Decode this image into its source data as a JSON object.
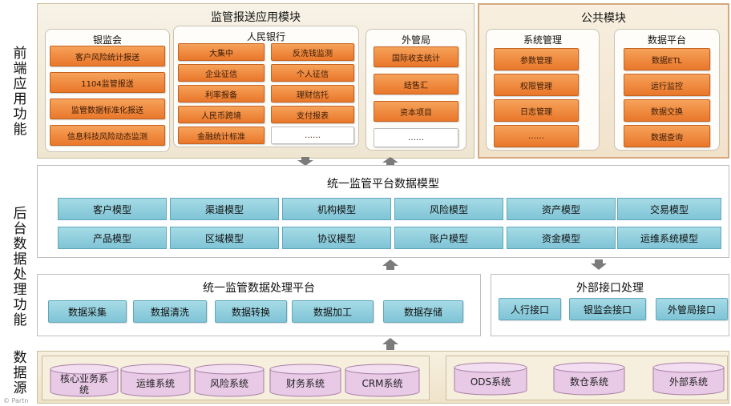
{
  "side_labels": {
    "front": "前端应用功能",
    "backend": "后台数据处理功能",
    "source": "数据源"
  },
  "regulatory_module": {
    "title": "监管报送应用模块",
    "cbrc": {
      "title": "银监会",
      "items": [
        "客户风险统计报送",
        "1104监管报送",
        "监管数据标准化报送",
        "信息科技风险动态监测"
      ]
    },
    "pboc": {
      "title": "人民银行",
      "items": [
        "大集中",
        "反洗钱监测",
        "企业征信",
        "个人征信",
        "利率报备",
        "理财信托",
        "人民币跨境",
        "支付报表",
        "金融统计标准",
        "……"
      ]
    },
    "safe": {
      "title": "外管局",
      "items": [
        "国际收支统计",
        "结售汇",
        "资本项目",
        "……"
      ]
    }
  },
  "public_module": {
    "title": "公共模块",
    "system_mgmt": {
      "title": "系统管理",
      "items": [
        "参数管理",
        "权限管理",
        "日志管理",
        "……"
      ]
    },
    "data_platform": {
      "title": "数据平台",
      "items": [
        "数据ETL",
        "运行监控",
        "数据交换",
        "数据查询"
      ]
    }
  },
  "data_model": {
    "title": "统一监管平台数据模型",
    "row1": [
      "客户模型",
      "渠道模型",
      "机构模型",
      "风险模型",
      "资产模型",
      "交易模型"
    ],
    "row2": [
      "产品模型",
      "区域模型",
      "协议模型",
      "账户模型",
      "资金模型",
      "运维系统模型"
    ]
  },
  "processing_platform": {
    "title": "统一监管数据处理平台",
    "items": [
      "数据采集",
      "数据清洗",
      "数据转换",
      "数据加工",
      "数据存储"
    ]
  },
  "external_interface": {
    "title": "外部接口处理",
    "items": [
      "人行接口",
      "银监会接口",
      "外管局接口"
    ]
  },
  "data_sources": {
    "group1": [
      "核心业务系统",
      "运维系统",
      "风险系统",
      "财务系统",
      "CRM系统"
    ],
    "group2": [
      "ODS系统",
      "数仓系统",
      "外部系统"
    ]
  },
  "footer_fragment": "© Partn"
}
